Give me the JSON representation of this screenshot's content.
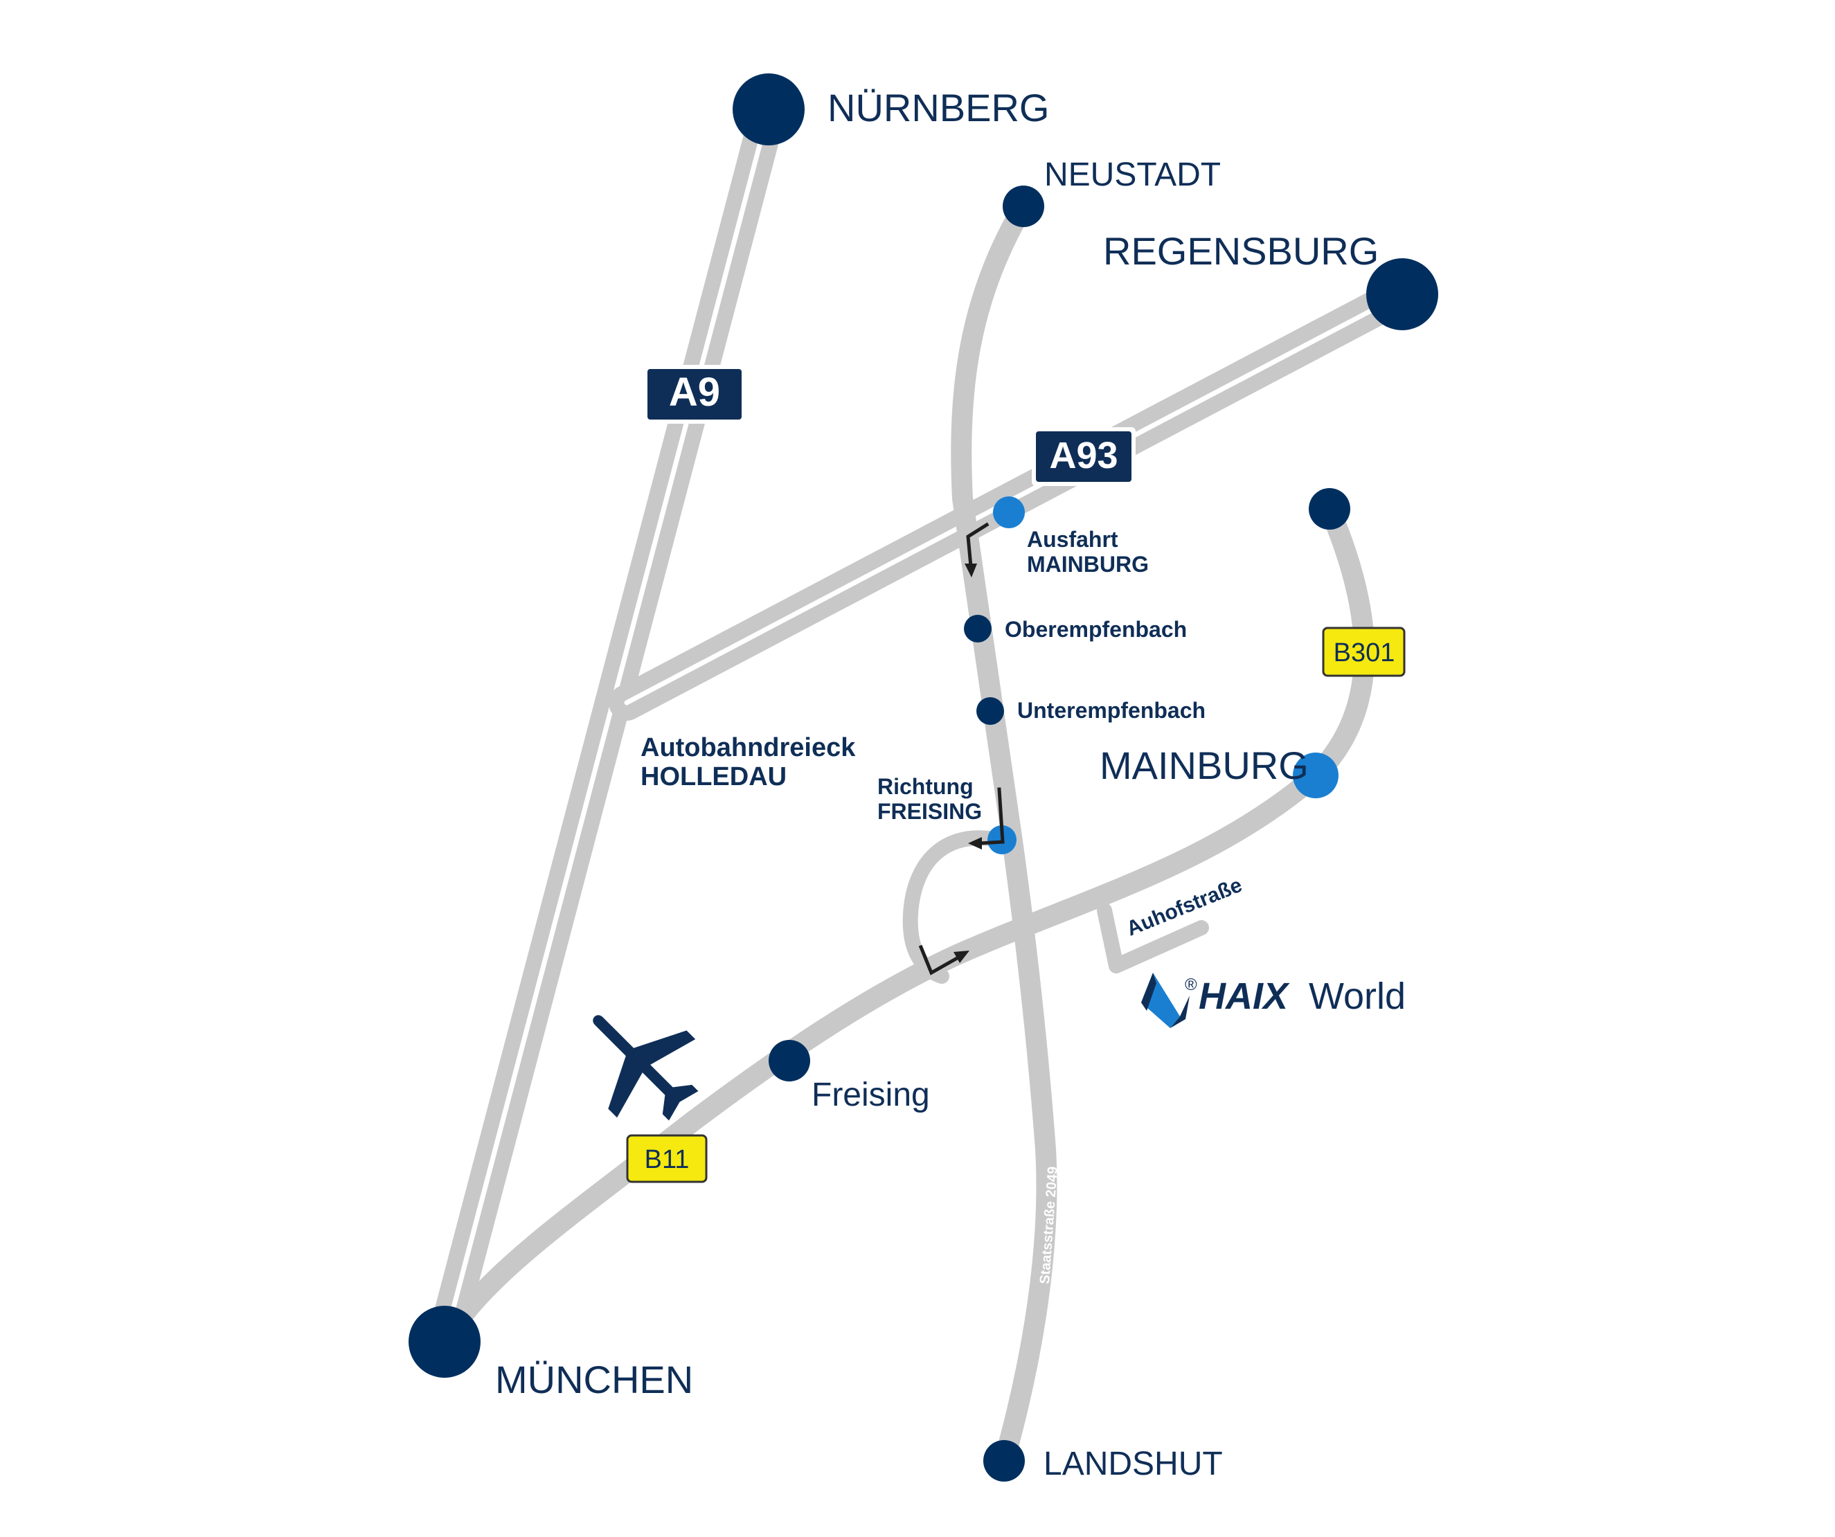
{
  "cities": {
    "nuernberg": "NÜRNBERG",
    "neustadt": "NEUSTADT",
    "regensburg": "REGENSBURG",
    "muenchen": "MÜNCHEN",
    "landshut": "LANDSHUT",
    "mainburg": "MAINBURG",
    "freising": "Freising"
  },
  "places": {
    "ausfahrt_line1": "Ausfahrt",
    "ausfahrt_line2": "MAINBURG",
    "oberempfenbach": "Oberempfenbach",
    "unterempfenbach": "Unterempfenbach",
    "dreieck_line1": "Autobahndreieck",
    "dreieck_line2": "HOLLEDAU",
    "richtung_line1": "Richtung",
    "richtung_line2": "FREISING",
    "auhofstrasse": "Auhofstraße",
    "staatsstrasse": "Staatsstraße 2049"
  },
  "road_signs": {
    "a9": "A9",
    "a93": "A93",
    "b301": "B301",
    "b11": "B11"
  },
  "logo": {
    "registered": "®",
    "brand": "HAIX",
    "world": "World"
  },
  "colors": {
    "navy": "#002f5f",
    "road": "#c8c8c8",
    "highlight_blue": "#1a7fd1",
    "federal_sign_yellow": "#f5e90f"
  },
  "icons": {
    "airport": "airplane-icon"
  }
}
